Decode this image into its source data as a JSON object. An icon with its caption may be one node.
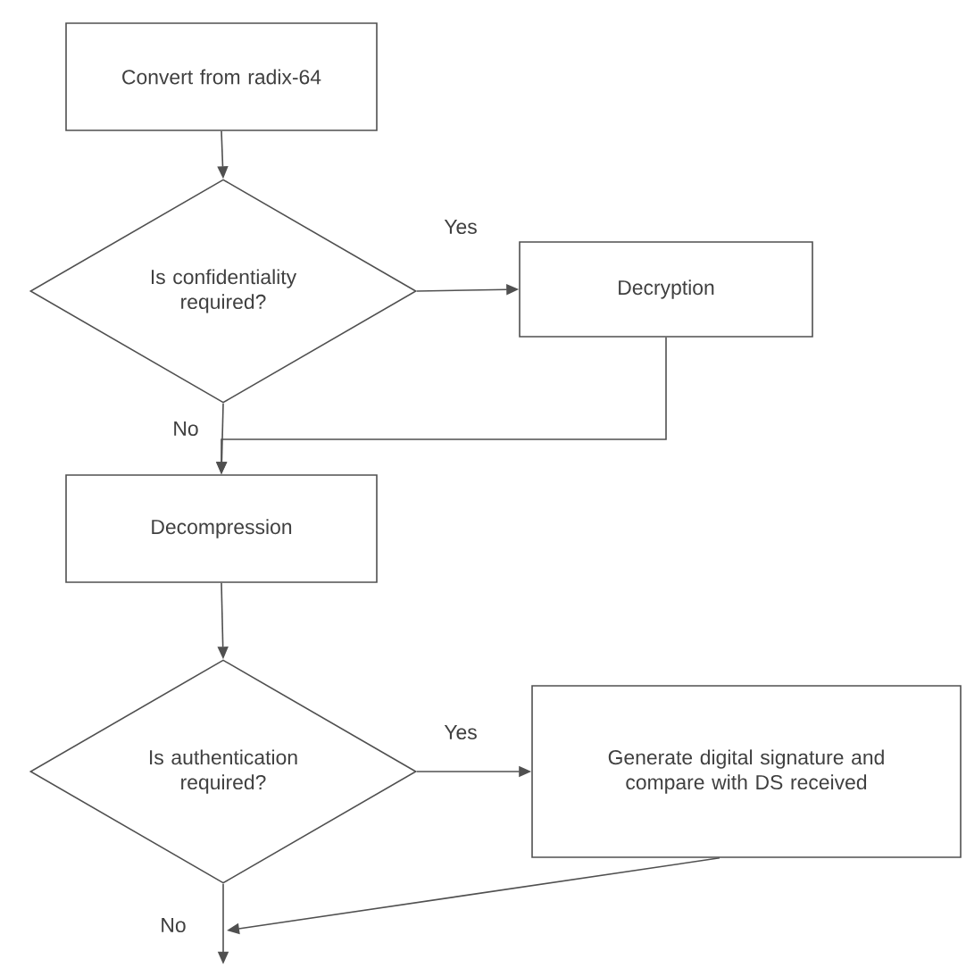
{
  "diagram": {
    "nodes": [
      {
        "text": [
          "Convert from radix-64"
        ]
      },
      {
        "text": [
          "Is confidentiality required?"
        ]
      },
      {
        "text": [
          "Decryption"
        ]
      },
      {
        "text": [
          "Decompression"
        ]
      },
      {
        "text": [
          "Is authentication required?"
        ]
      },
      {
        "text": [
          "Generate digital signature and compare with DS received"
        ]
      }
    ],
    "edges": [
      {
        "from": 0,
        "to": 1,
        "arrow": "to"
      },
      {
        "from": 1,
        "to": 2,
        "arrow": "to",
        "label": "Yes"
      },
      {
        "from": 1,
        "to": 3,
        "arrow": "to",
        "label": "No"
      },
      {
        "from": 2,
        "to": 3,
        "arrow": "to"
      },
      {
        "from": 3,
        "to": 4,
        "arrow": "to"
      },
      {
        "from": 4,
        "to": 5,
        "arrow": "to",
        "label": "Yes"
      },
      {
        "from": 4,
        "to": null,
        "arrow": "to",
        "label": "No"
      },
      {
        "from": 5,
        "to": null,
        "arrow": "to"
      }
    ]
  }
}
